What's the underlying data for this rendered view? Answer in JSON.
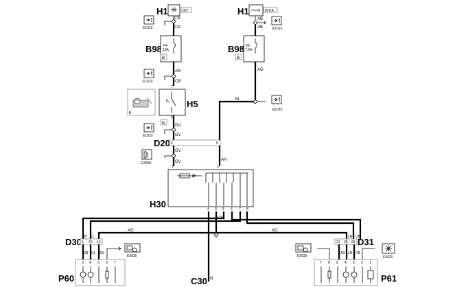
{
  "components": {
    "h1_left": {
      "name": "H1",
      "tag": "INT"
    },
    "h1_right": {
      "name": "H1",
      "tag": "INT/A"
    },
    "b98_left": {
      "name": "B98",
      "fuse_id": "F4",
      "fuse_rating": "10A",
      "badge": "B"
    },
    "b98_right": {
      "name": "B98",
      "fuse_id": "F6",
      "fuse_rating": "7.5A",
      "badge": "B"
    },
    "h5": {
      "name": "H5",
      "badge": "B",
      "photo_label": "B"
    },
    "d20": {
      "name": "D20"
    },
    "h30": {
      "name": "H30"
    },
    "d30": {
      "name": "D30"
    },
    "d31": {
      "name": "D31"
    },
    "p60": {
      "name": "P60"
    },
    "p61": {
      "name": "P61"
    },
    "c30": {
      "name": "C30"
    }
  },
  "refs": {
    "e1010": "E1010",
    "e3580": "E3580",
    "e3030": "E3030",
    "e6020": "E6020"
  },
  "wire_codes": {
    "cn": "CN",
    "ab": "AB",
    "ar": "AR",
    "cb": "CB",
    "ag": "AG",
    "m": "M",
    "gv": "GV",
    "an": "AN",
    "zb": "ZB",
    "cl": "CL",
    "lr": "LR",
    "n": "N"
  },
  "pins": {
    "h5_top": "7",
    "h5_bottom": "6",
    "d20_left": "4",
    "d20_right": "5",
    "h30_in1": "1",
    "h30_in2": "2",
    "h30_out": [
      "4",
      "3",
      "5",
      "6",
      "7",
      "8"
    ],
    "d30": [
      "5",
      "20",
      "10"
    ],
    "d31": [
      "21",
      "28",
      "29"
    ],
    "p60": [
      "3",
      "4",
      "5",
      "6",
      "7"
    ],
    "p61": [
      "7",
      "6",
      "5",
      "4",
      "3",
      "2",
      "1"
    ]
  }
}
